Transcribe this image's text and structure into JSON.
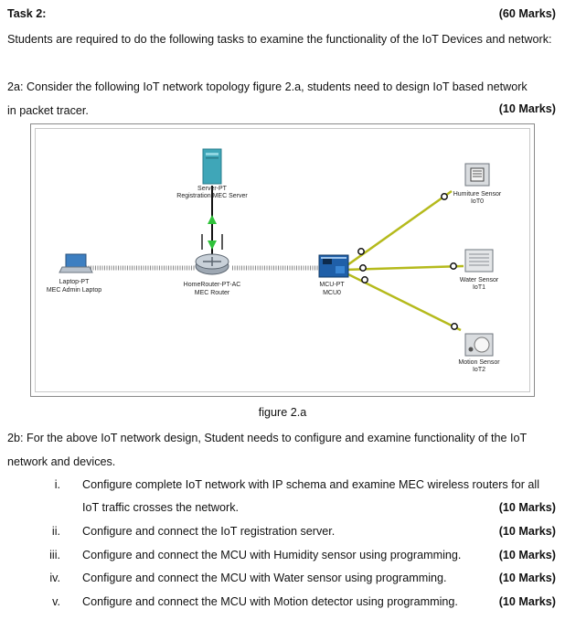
{
  "task": {
    "title": "Task 2:",
    "marks": "(60 Marks)"
  },
  "intro": "Students are required to do the following tasks to examine the functionality of the IoT Devices and network:",
  "part_2a": {
    "text": "2a: Consider the following IoT network topology figure 2.a, students need to design IoT based network in packet tracer.",
    "marks": "(10 Marks)"
  },
  "figure": {
    "caption": "figure 2.a",
    "server": {
      "type": "Server-PT",
      "name": "Registration MEC Server"
    },
    "router": {
      "type": "HomeRouter-PT-AC",
      "name": "MEC Router"
    },
    "laptop": {
      "type": "Laptop-PT",
      "name": "MEC Admin Laptop"
    },
    "mcu": {
      "type": "MCU-PT",
      "name": "MCU0"
    },
    "humidity": {
      "type": "Humiture Sensor",
      "name": "IoT0"
    },
    "water": {
      "type": "Water Sensor",
      "name": "IoT1"
    },
    "motion": {
      "type": "Motion Sensor",
      "name": "IoT2"
    },
    "colors": {
      "link": "#b5ba1c",
      "wireless": "#8a8a8a",
      "arrow": "#2fc23a"
    }
  },
  "part_2b": {
    "text": "2b: For the above IoT network design, Student needs to configure and examine functionality of the IoT network and devices."
  },
  "tasks": [
    {
      "num": "i.",
      "text": "Configure complete IoT network with IP schema and examine MEC wireless routers for all",
      "text2": "IoT traffic crosses the network.",
      "marks": "(10 Marks)"
    },
    {
      "num": "ii.",
      "text": "Configure and connect the IoT registration server.",
      "marks": "(10 Marks)"
    },
    {
      "num": "iii.",
      "text": "Configure and connect the MCU with Humidity sensor using programming.",
      "marks": "(10 Marks)"
    },
    {
      "num": "iv.",
      "text": "Configure and connect the MCU with Water sensor using programming.",
      "marks": "(10 Marks)"
    },
    {
      "num": "v.",
      "text": "Configure and connect the MCU with Motion detector using programming.",
      "marks": "(10 Marks)"
    }
  ]
}
